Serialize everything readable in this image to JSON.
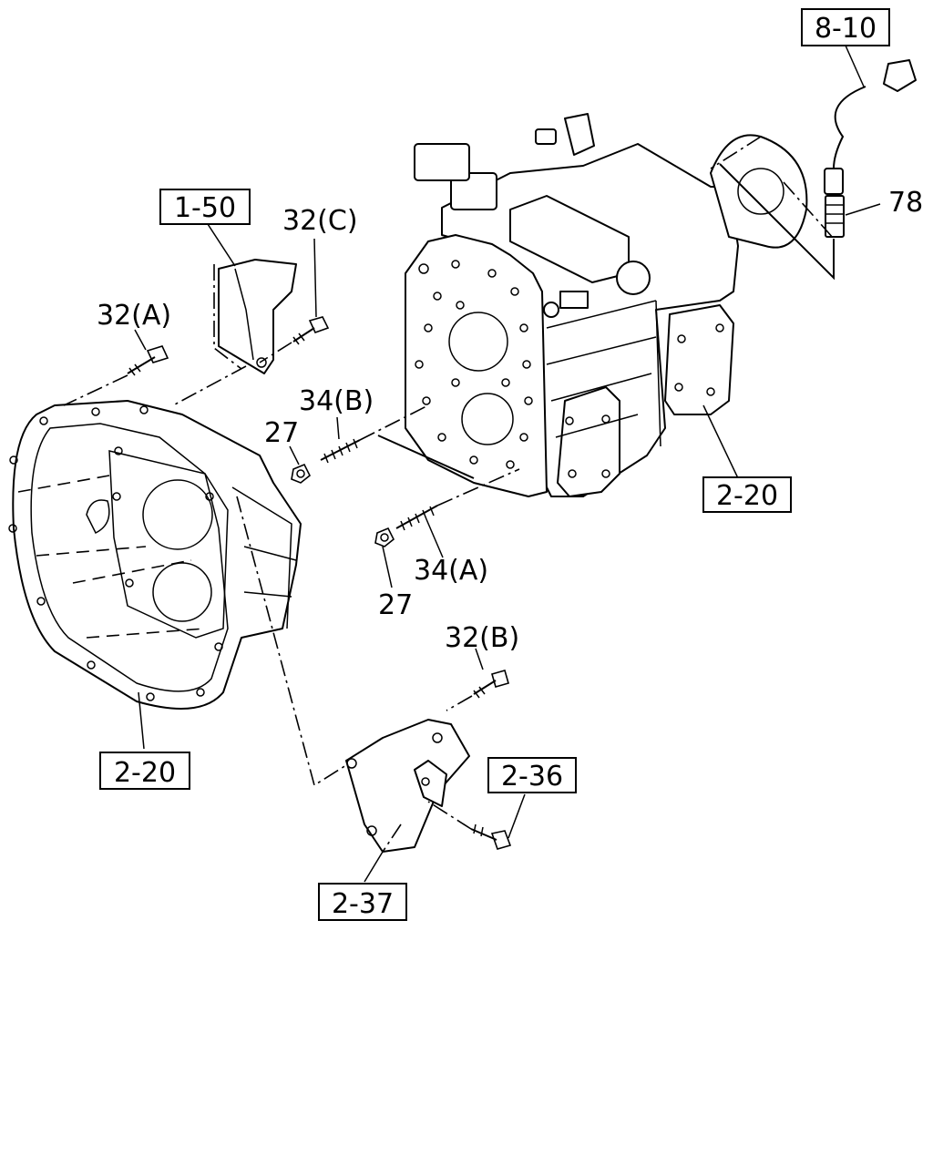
{
  "callouts": {
    "ref_8_10": "8-10",
    "item_78": "78",
    "ref_1_50": "1-50",
    "item_32c": "32(C)",
    "item_32a": "32(A)",
    "item_34b": "34(B)",
    "item_27_top": "27",
    "ref_2_20_right": "2-20",
    "item_27_bottom": "27",
    "item_34a": "34(A)",
    "item_32b": "32(B)",
    "ref_2_36": "2-36",
    "ref_2_20_left": "2-20",
    "ref_2_37": "2-37"
  }
}
